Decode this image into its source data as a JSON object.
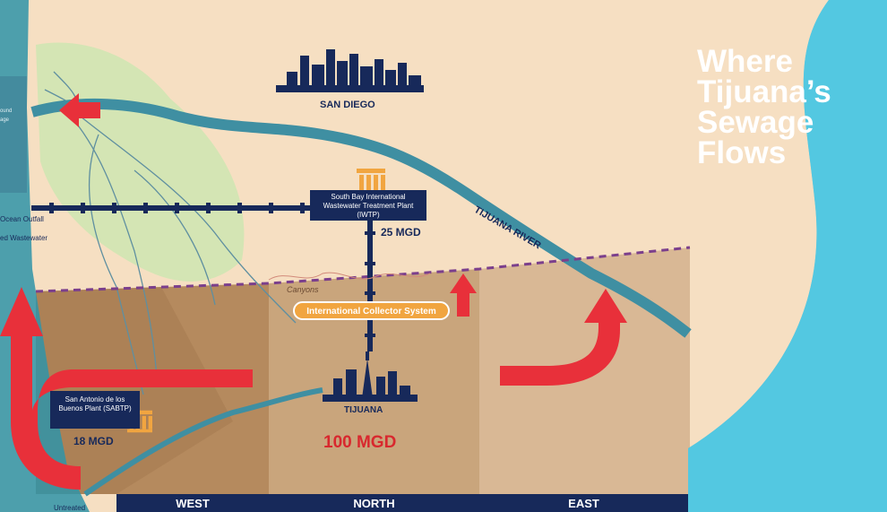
{
  "title_lines": [
    "Where",
    "Tijuana’s",
    "Sewage",
    "Flows"
  ],
  "city_labels": {
    "san_diego": "SAN DIEGO",
    "tijuana": "TIJUANA"
  },
  "river_label": "TIJUANA RIVER",
  "plants": {
    "iwtp": {
      "name": "South Bay International Wastewater Treatment Plant (IWTP)",
      "flow": "25 MGD"
    },
    "sabtp": {
      "name": "San Antonio de los Buenos Plant (SABTP)",
      "flow": "18 MGD"
    }
  },
  "tijuana_flow": "100 MGD",
  "canyons_label": "Canyons",
  "collector_label": "International Collector System",
  "left_edge_labels": {
    "outfall": "Ocean Outfall",
    "wastewater": "ed Wastewater",
    "untreated": "Untreated",
    "sound": "ound",
    "age": "age"
  },
  "regions": [
    "WEST",
    "NORTH",
    "EAST"
  ],
  "colors": {
    "navy": "#17295a",
    "river": "#3f8fa2",
    "arrow": "#e8303a",
    "ocean": "#27b6d6",
    "sand": "#f6dfc2",
    "flow_red": "#d8282e",
    "collector": "#f1a540"
  }
}
